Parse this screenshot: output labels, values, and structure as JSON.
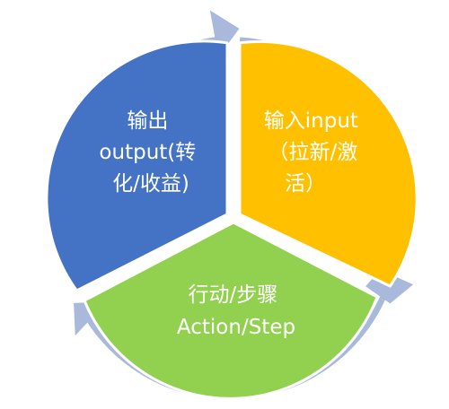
{
  "diagram": {
    "segments": [
      {
        "key": "input",
        "lines": [
          "输入input",
          "（拉新/激",
          "活）"
        ],
        "color": "#FFC000"
      },
      {
        "key": "action",
        "lines": [
          "行动/步骤",
          "Action/Step"
        ],
        "color": "#92D050"
      },
      {
        "key": "output",
        "lines": [
          "输出",
          "output(转",
          "化/收益)"
        ],
        "color": "#4472C4"
      }
    ],
    "cycle_arrow_color": "#A9B9DC",
    "separator_color": "#ffffff",
    "text_color": "#ffffff"
  }
}
